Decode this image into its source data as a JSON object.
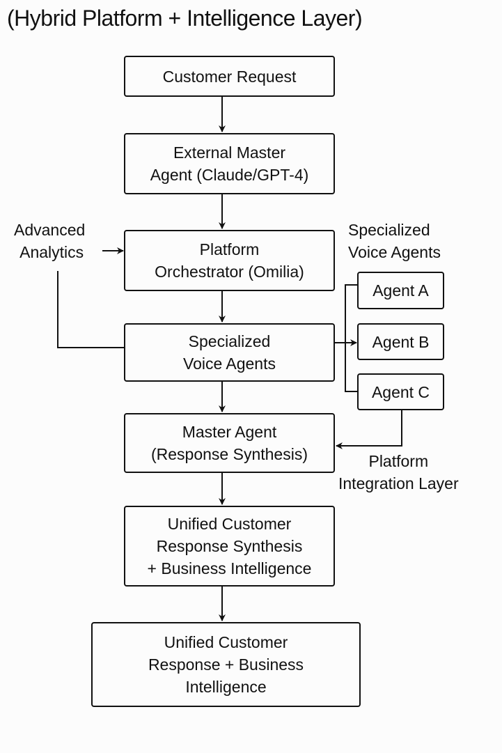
{
  "title": "(Hybrid Platform + Intelligence Layer)",
  "nodes": {
    "customer_request": [
      "Customer Request"
    ],
    "external_master": [
      "External Master",
      "Agent (Claude/GPT-4)"
    ],
    "platform_orchestrator": [
      "Platform",
      "Orchestrator (Omilia)"
    ],
    "specialized_voice_agents": [
      "Specialized",
      "Voice Agents"
    ],
    "agent_a": [
      "Agent A"
    ],
    "agent_b": [
      "Agent B"
    ],
    "agent_c": [
      "Agent C"
    ],
    "master_agent": [
      "Master Agent",
      "(Response Synthesis)"
    ],
    "unified_synthesis": [
      "Unified Customer",
      "Response Synthesis",
      "+ Business Intelligence"
    ],
    "unified_response": [
      "Unified Customer",
      "Response + Business",
      "Intelligence"
    ]
  },
  "labels": {
    "advanced_analytics": [
      "Advanced",
      "Analytics"
    ],
    "specialized_voice_agents_group": [
      "Specialized",
      "Voice Agents"
    ],
    "platform_integration_layer": [
      "Platform",
      "Integration Layer"
    ]
  },
  "edges": [
    {
      "from": "customer_request",
      "to": "external_master"
    },
    {
      "from": "external_master",
      "to": "platform_orchestrator"
    },
    {
      "from": "advanced_analytics",
      "to": "platform_orchestrator"
    },
    {
      "from": "advanced_analytics",
      "to": "specialized_voice_agents"
    },
    {
      "from": "platform_orchestrator",
      "to": "specialized_voice_agents"
    },
    {
      "from": "specialized_voice_agents",
      "to": "agent_a"
    },
    {
      "from": "specialized_voice_agents",
      "to": "agent_b"
    },
    {
      "from": "specialized_voice_agents",
      "to": "agent_c"
    },
    {
      "from": "specialized_voice_agents",
      "to": "master_agent"
    },
    {
      "from": "agent_c",
      "to": "master_agent"
    },
    {
      "from": "master_agent",
      "to": "unified_synthesis"
    },
    {
      "from": "unified_synthesis",
      "to": "unified_response"
    }
  ]
}
